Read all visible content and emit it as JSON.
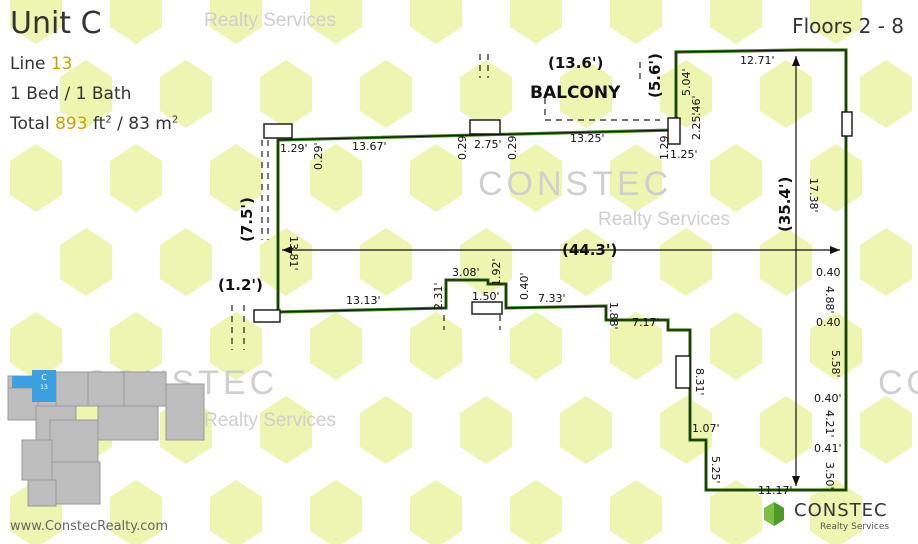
{
  "header": {
    "unit_title": "Unit C",
    "line_label": "Line",
    "line_number": "13",
    "bed_bath": "1 Bed / 1 Bath",
    "total_label": "Total",
    "area_sqft": "893",
    "area_sqm": "83",
    "unit_ft": "ft",
    "unit_m": "m",
    "floors": "Floors 2 - 8"
  },
  "watermark": {
    "brand": "CONSTEC",
    "services": "Realty Services"
  },
  "footer": {
    "website": "www.ConstecRealty.com",
    "logo_name": "CONSTEC",
    "logo_sub": "Realty Services"
  },
  "keyplan": {
    "unit_letter": "C",
    "unit_line": "13",
    "highlight_color": "#3aa0e0"
  },
  "floorplan": {
    "balcony_label": "BALCONY",
    "dims": {
      "balcony_width": "(13.6')",
      "balcony_depth": "(5.6')",
      "d_1_29_a": "1.29'",
      "d_0_29_a": "0.29'",
      "d_13_67": "13.67'",
      "d_0_29_b": "0.29",
      "d_2_75": "2.75'",
      "d_0_29_c": "0.29",
      "d_13_25": "13.25'",
      "d_1_29_b": "1.29",
      "d_1_25": "1.25'",
      "d_5_04": "5.04'",
      "d_0_46": ".46'",
      "d_2_25": "2.25'",
      "d_12_71": "12.71'",
      "d_17_38": "17.38'",
      "overall_depth": "(35.4')",
      "overall_width": "(44.3')",
      "left_height": "(7.5')",
      "d_13_81": "13.81'",
      "left_small": "(1.2')",
      "d_13_13": "13.13'",
      "d_2_31": "2.31'",
      "d_3_08": "3.08'",
      "d_1_92": "1.92'",
      "d_1_50": "1.50'",
      "d_0_40_a": "0.40'",
      "d_7_33": "7.33'",
      "d_1_88": "1.88'",
      "d_7_17": "7.17'",
      "d_8_31": "8.31'",
      "d_1_07": "1.07'",
      "d_5_25": "5.25'",
      "d_11_17": "11.17'",
      "d_0_40_b": "0.40",
      "d_4_88": "4.88'",
      "d_0_40_c": "0.40",
      "d_5_58": "5.58'",
      "d_0_40_d": "0.40'",
      "d_4_21": "4.21'",
      "d_0_41": "0.41'",
      "d_3_50": "3.50'"
    }
  },
  "colors": {
    "wall": "#111111",
    "green_line": "#3f8a17",
    "watermark_fill": "#eef5b0",
    "watermark_text": "#d0d0d0",
    "accent": "#c6a300"
  }
}
